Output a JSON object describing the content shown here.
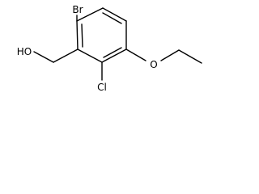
{
  "molecule": {
    "atoms": {
      "br": "Br",
      "ho": "HO",
      "cl": "Cl",
      "o": "O"
    }
  }
}
